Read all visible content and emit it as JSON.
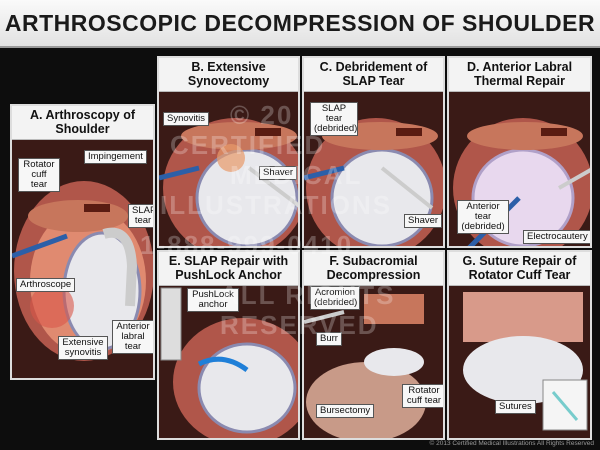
{
  "title": "ARTHROSCOPIC DECOMPRESSION OF SHOULDER",
  "panels": {
    "a": {
      "label": "A. Arthroscopy of Shoulder",
      "callouts": {
        "rotator": "Rotator cuff tear",
        "impingement": "Impingement",
        "slap": "SLAP tear",
        "arthroscope": "Arthroscope",
        "anterior": "Anterior labral tear",
        "synovitis": "Extensive synovitis"
      }
    },
    "b": {
      "label": "B. Extensive Synovectomy",
      "callouts": {
        "synovitis": "Synovitis",
        "shaver": "Shaver"
      }
    },
    "c": {
      "label": "C. Debridement of SLAP Tear",
      "callouts": {
        "slap": "SLAP tear (debrided)",
        "shaver": "Shaver"
      }
    },
    "d": {
      "label": "D. Anterior Labral Thermal Repair",
      "callouts": {
        "anterior": "Anterior tear (debrided)",
        "electro": "Electrocautery"
      }
    },
    "e": {
      "label": "E. SLAP Repair with PushLock Anchor",
      "callouts": {
        "pushlock": "PushLock anchor"
      }
    },
    "f": {
      "label": "F. Subacromial Decompression",
      "callouts": {
        "acromion": "Acromion (debrided)",
        "burr": "Burr",
        "rotator": "Rotator cuff tear",
        "bursectomy": "Bursectomy"
      }
    },
    "g": {
      "label": "G. Suture Repair of Rotator Cuff Tear",
      "callouts": {
        "sutures": "Sutures"
      }
    }
  },
  "watermark": [
    "© 20",
    "CERTIFIED",
    "MEDICAL",
    "ILLUSTRATIONS",
    "1-888-999-0410",
    "ALL RIGHTS",
    "RESERVED"
  ],
  "copyright": "© 2013 Certified Medical Illustrations  All Rights Reserved"
}
